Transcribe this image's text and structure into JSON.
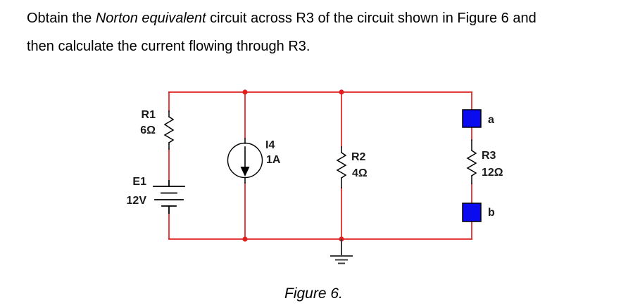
{
  "problem": {
    "line1_prefix": "Obtain the ",
    "line1_italic": "Norton equivalent",
    "line1_suffix": " circuit across R3 of the circuit shown in Figure 6 and",
    "line2": "then calculate the current flowing through R3."
  },
  "figure": {
    "caption": "Figure 6.",
    "components": {
      "r1": {
        "name": "R1",
        "value": "6Ω"
      },
      "e1": {
        "name": "E1",
        "value": "12V"
      },
      "i4": {
        "name": "I4",
        "value": "1A"
      },
      "r2": {
        "name": "R2",
        "value": "4Ω"
      },
      "r3": {
        "name": "R3",
        "value": "12Ω"
      },
      "terminal_a": "a",
      "terminal_b": "b"
    },
    "colors": {
      "wire": "#e02020",
      "terminal_fill": "#0b0bf0",
      "symbol": "#000000",
      "ground": "#3c3c3c"
    }
  }
}
